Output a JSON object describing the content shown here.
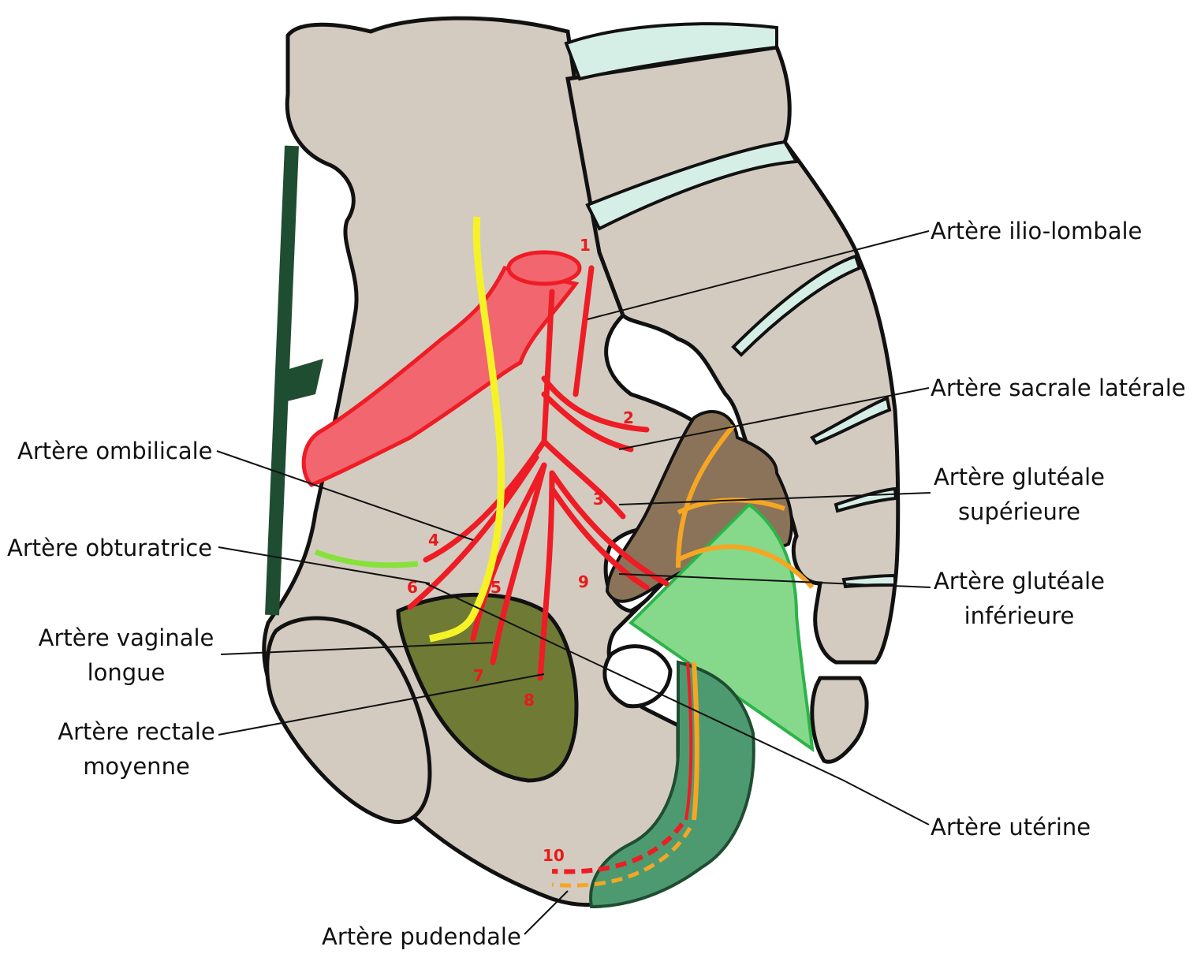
{
  "labels": {
    "ilio_lombale": "Artère ilio-lombale",
    "sacrale_laterale": "Artère sacrale latérale",
    "glutéale_superieure_1": "Artère glutéale",
    "glutéale_superieure_2": "supérieure",
    "glutéale_inferieure_1": "Artère glutéale",
    "glutéale_inferieure_2": "inférieure",
    "ombilicale": "Artère ombilicale",
    "obturatrice": "Artère obturatrice",
    "vaginale_1": "Artère vaginale",
    "vaginale_2": "longue",
    "rectale_1": "Artère rectale",
    "rectale_2": "moyenne",
    "uterine": "Artère utérine",
    "pudendale": "Artère pudendale"
  },
  "branch_numbers": [
    "1",
    "2",
    "3",
    "4",
    "5",
    "6",
    "7",
    "8",
    "9",
    "10"
  ],
  "colors": {
    "bone": "#d3cbc0",
    "cartilage": "#d6efe6",
    "artery": "#ee1c25",
    "artery_fill": "#f2666f",
    "nerve_yellow": "#f5f228",
    "ligament_dark": "#1f4d31",
    "obturator_green": "#86e23a",
    "rectum": "#6f7a35",
    "piriformis": "#8b7359",
    "muscle_green": "#86d98a",
    "muscle_dark": "#4e9a70",
    "nerve_orange": "#f6a623"
  }
}
